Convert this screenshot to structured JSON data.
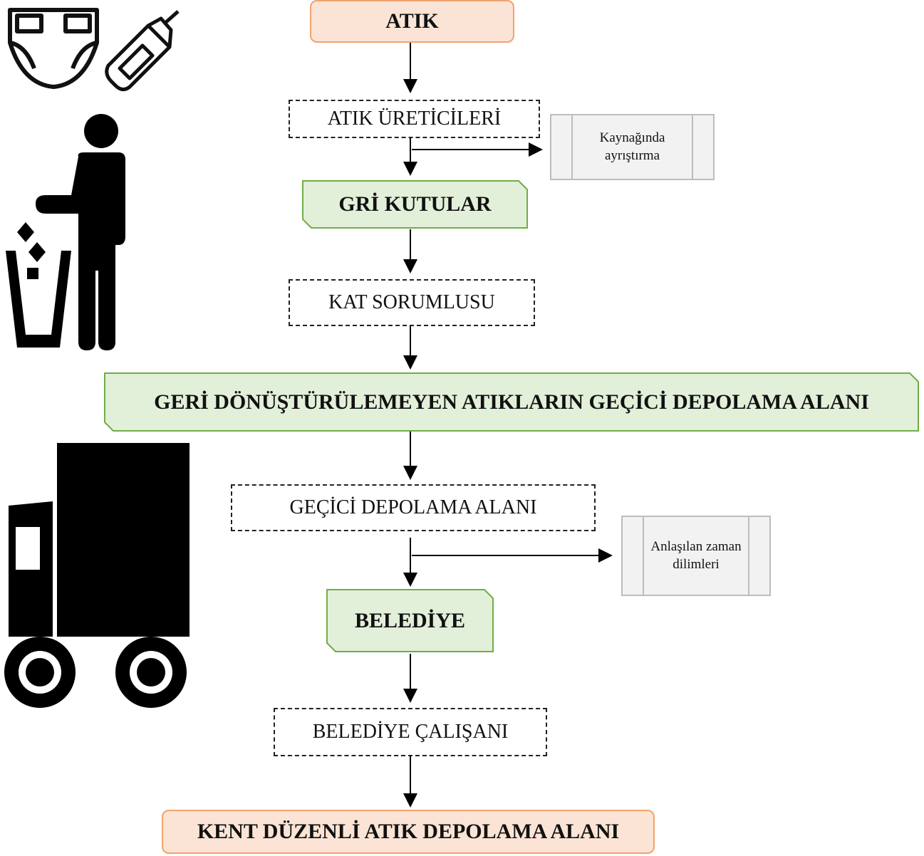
{
  "nodes": {
    "atik": "ATIK",
    "atik_ureticileri": "ATIK ÜRETİCİLERİ",
    "kaynaginda": "Kaynağında ayrıştırma",
    "gri_kutular": "GRİ KUTULAR",
    "kat_sorumlusu": "KAT SORUMLUSU",
    "geri_donusturulemeyen": "GERİ DÖNÜŞTÜRÜLEMEYEN ATIKLARIN GEÇİCİ DEPOLAMA ALANI",
    "gecici_depolama": "GEÇİCİ DEPOLAMA ALANI",
    "anlasilan": "Anlaşılan zaman dilimleri",
    "belediye": "BELEDİYE",
    "belediye_calisani": "BELEDİYE ÇALIŞANI",
    "kent": "KENT DÜZENLİ ATIK DEPOLAMA ALANI"
  },
  "colors": {
    "terminal_fill": "#fbe4d5",
    "terminal_border": "#f0a36e",
    "green_fill": "#e2efd9",
    "green_border": "#70ad47",
    "side_fill": "#f2f2f2",
    "side_border": "#bdbdbd"
  },
  "icons": [
    "diaper-icon",
    "glue-bottle-icon",
    "person-trash-icon",
    "garbage-truck-icon"
  ]
}
